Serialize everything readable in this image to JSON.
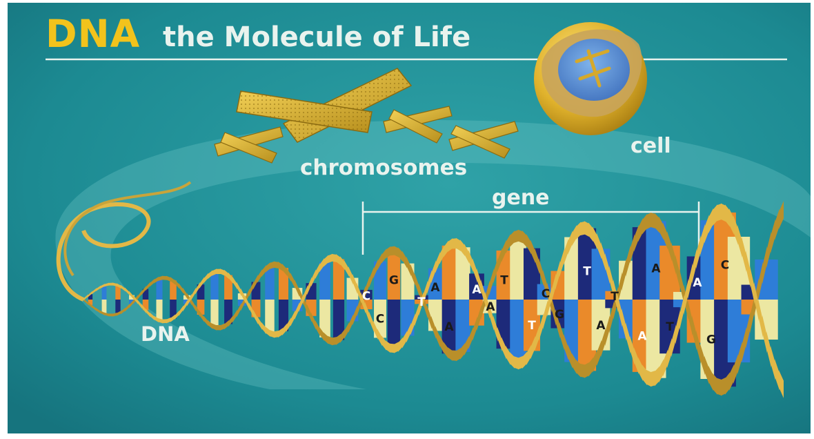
{
  "title": {
    "dna": "DNA",
    "rest": "the Molecule of Life"
  },
  "labels": {
    "chromosomes": "chromosomes",
    "cell": "cell",
    "gene": "gene",
    "dna": "DNA"
  },
  "base_letters": [
    "C",
    "C",
    "G",
    "T",
    "A",
    "A",
    "A",
    "A",
    "T",
    "T",
    "C",
    "G",
    "T",
    "A",
    "T",
    "A",
    "A",
    "T",
    "A",
    "G",
    "C"
  ],
  "colors": {
    "background": "#1f8c94",
    "accent": "#f2c31c",
    "label": "#e9f3ee",
    "ribbon": "#e2b847",
    "base_navy": "#1d2a7a",
    "base_blue": "#2e7dd8",
    "base_orange": "#ea8a2a",
    "base_cream": "#ece7a2"
  }
}
